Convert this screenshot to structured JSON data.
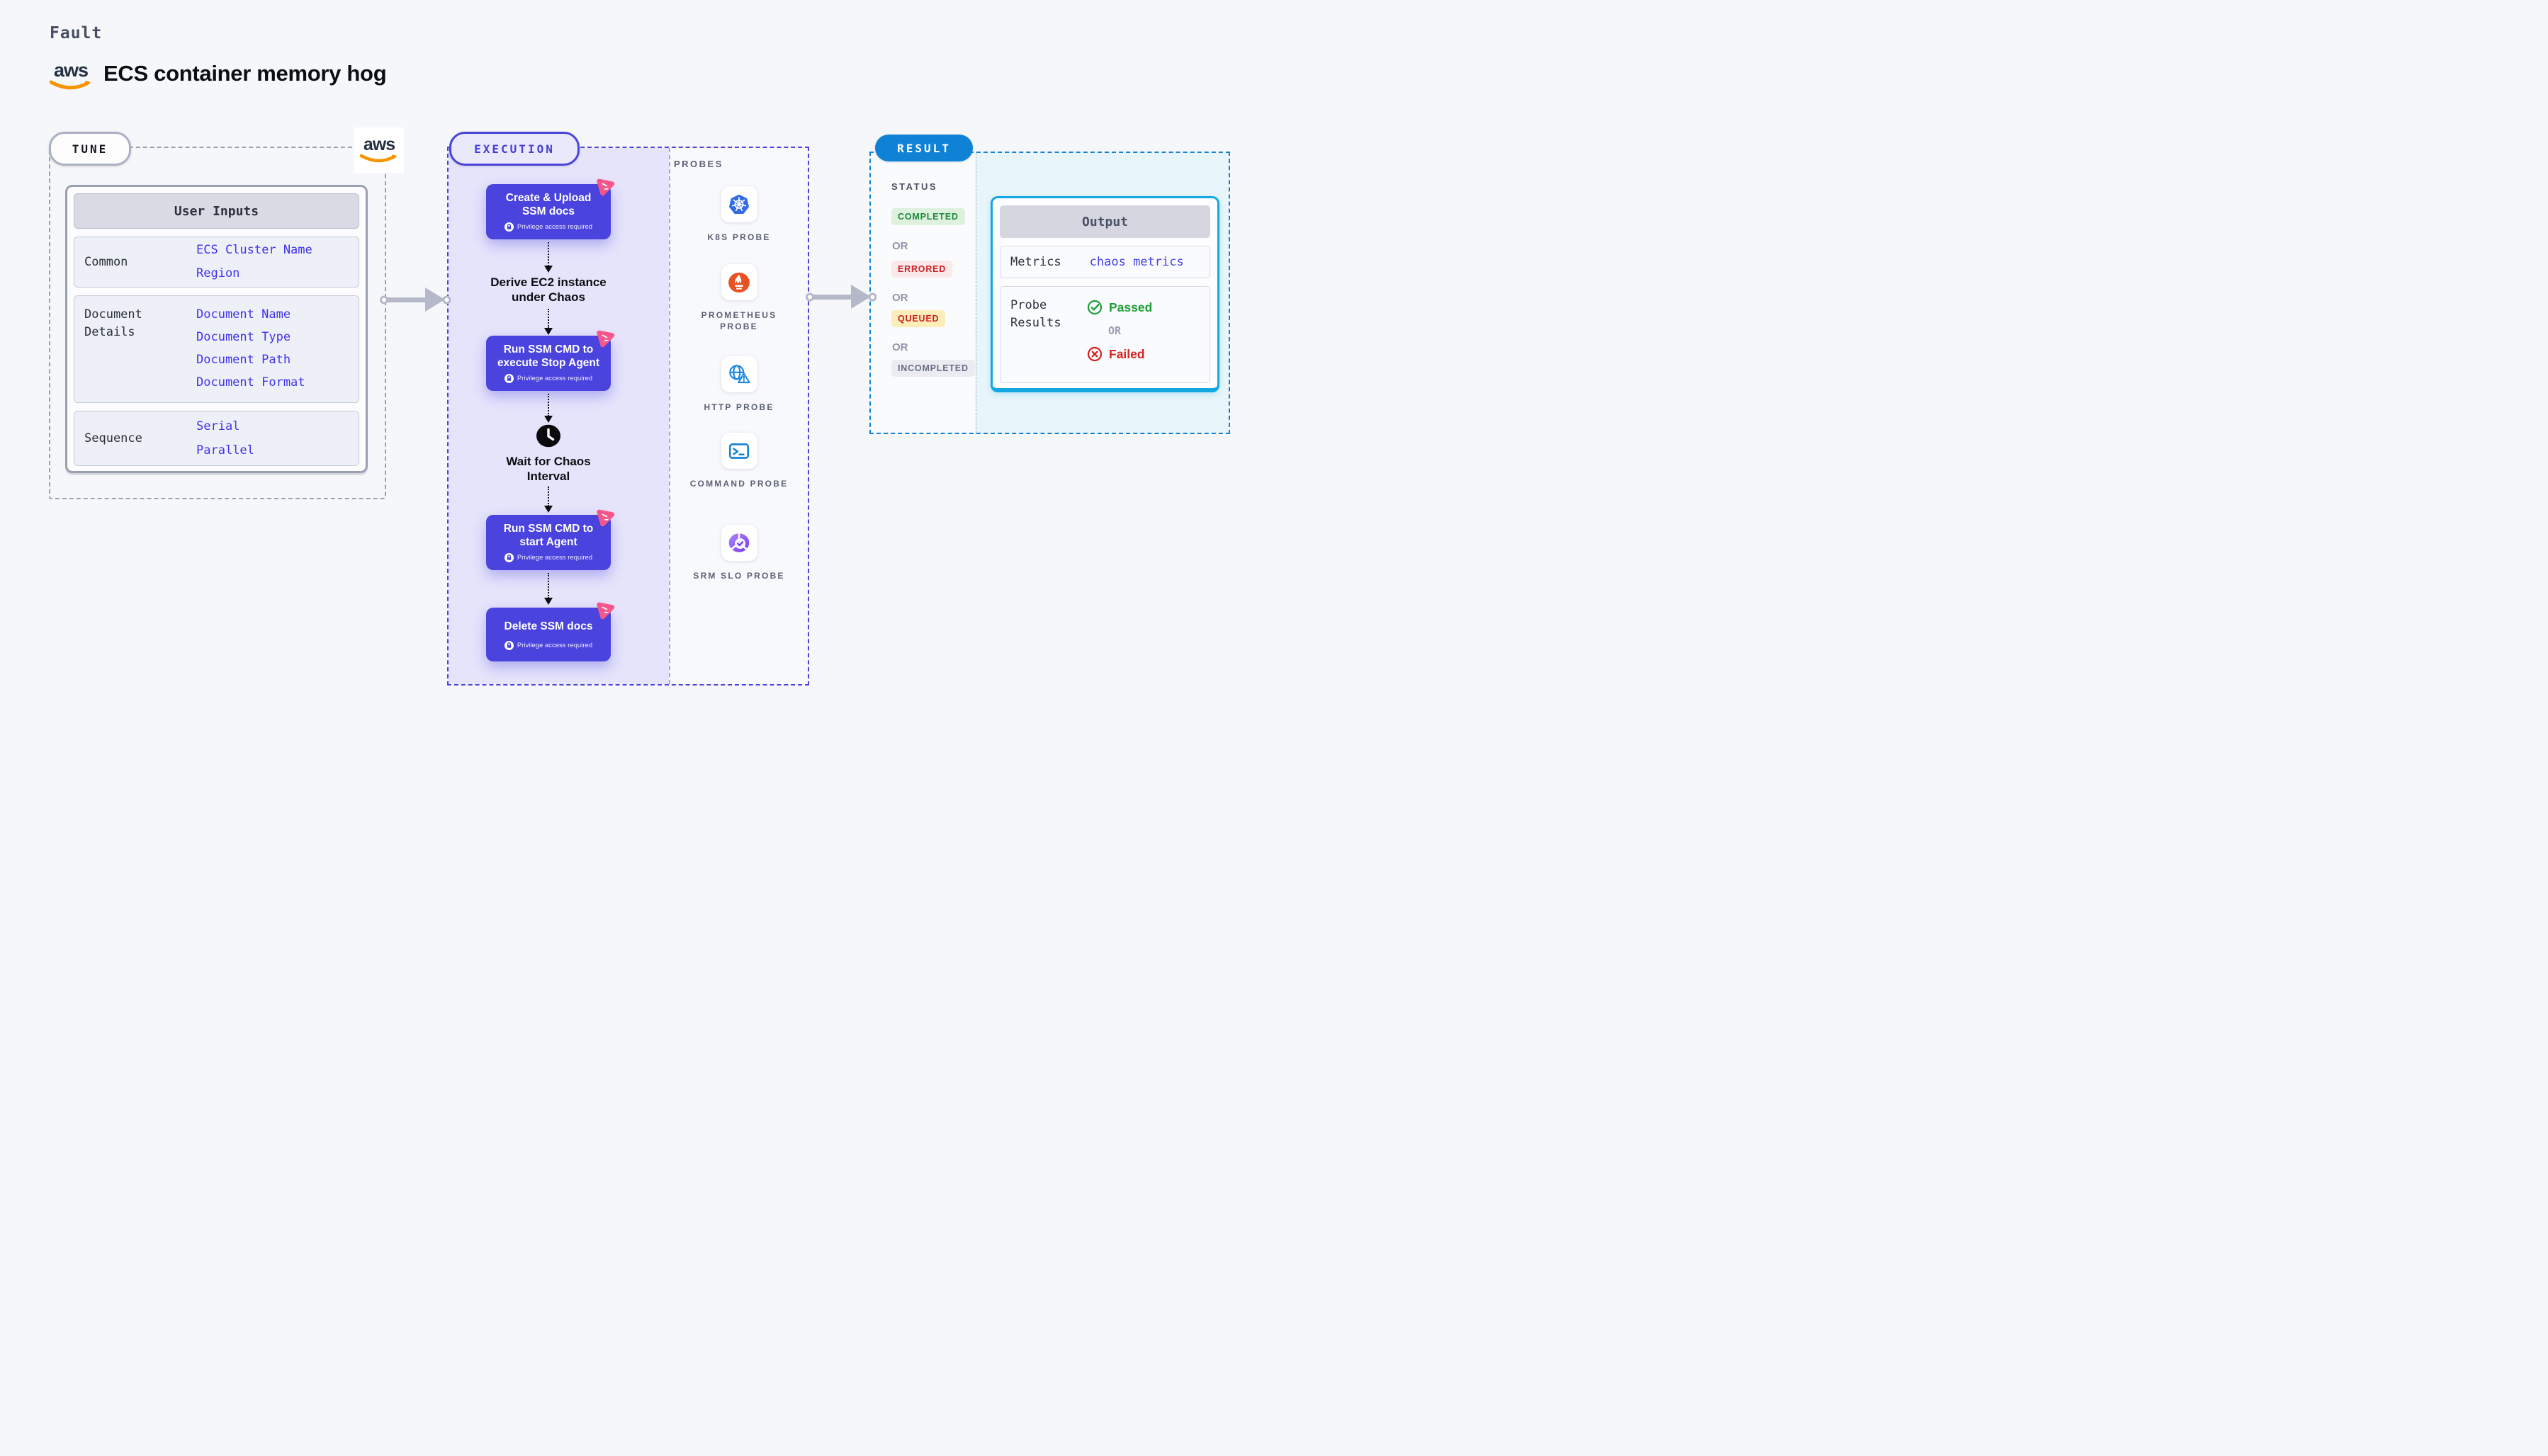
{
  "colors": {
    "accent_indigo": "#4b43de",
    "execution_border": "#4a44d8",
    "result_blue": "#0f82d6",
    "output_border": "#12a7e0",
    "aws_orange": "#f79400",
    "chaos_pink": "#f5578a",
    "value_blue": "#4134ef",
    "completed_green": "#1d8a3c",
    "error_red": "#cd2026",
    "incompleted_grey": "#676e85",
    "passed_green": "#1e9e34",
    "failed_red": "#d7231d"
  },
  "header": {
    "eyebrow": "Fault",
    "title": "ECS container memory hog",
    "aws_wordmark": "aws"
  },
  "tune": {
    "badge": "TUNE",
    "aws_wordmark": "aws",
    "user_inputs": {
      "header": "User Inputs",
      "rows": [
        {
          "label": "Common",
          "values": [
            "ECS Cluster Name",
            "Region"
          ]
        },
        {
          "label": "Document Details",
          "values": [
            "Document Name",
            "Document Type",
            "Document Path",
            "Document Format"
          ]
        },
        {
          "label": "Sequence",
          "values": [
            "Serial",
            "Parallel"
          ]
        }
      ]
    }
  },
  "execution": {
    "badge": "EXECUTION",
    "steps": [
      {
        "label": "Create & Upload SSM docs",
        "note": "Privilege access required"
      },
      {
        "label": "Derive EC2 instance under Chaos"
      },
      {
        "label": "Run SSM CMD to execute Stop Agent",
        "note": "Privilege access required"
      },
      {
        "label": "Wait for Chaos Interval"
      },
      {
        "label": "Run SSM CMD to start Agent",
        "note": "Privilege access required"
      },
      {
        "label": "Delete SSM docs",
        "note": "Privilege access required"
      }
    ],
    "probes": {
      "label": "PROBES",
      "items": [
        {
          "name": "K8S PROBE"
        },
        {
          "name": "PROMETHEUS PROBE"
        },
        {
          "name": "HTTP PROBE"
        },
        {
          "name": "COMMAND PROBE"
        },
        {
          "name": "SRM SLO PROBE"
        }
      ]
    }
  },
  "result": {
    "badge": "RESULT",
    "status": {
      "label": "STATUS",
      "separator": "OR",
      "options": [
        "COMPLETED",
        "ERRORED",
        "QUEUED",
        "INCOMPLETED"
      ]
    },
    "output": {
      "header": "Output",
      "metrics_label": "Metrics",
      "metrics_value": "chaos metrics",
      "probe_results_label": "Probe Results",
      "separator": "OR",
      "passed": "Passed",
      "failed": "Failed"
    }
  }
}
